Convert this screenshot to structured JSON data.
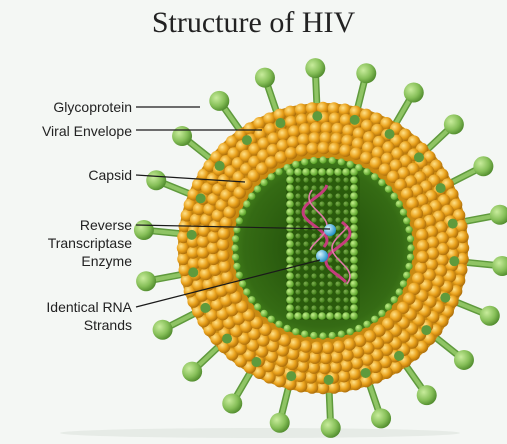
{
  "title": "Structure of  HIV",
  "labels": {
    "glycoprotein": "Glycoprotein",
    "viral_envelope": "Viral Envelope",
    "capsid": "Capsid",
    "reverse_transcriptase_line1": "Reverse",
    "reverse_transcriptase_line2": "Transcriptase",
    "reverse_transcriptase_line3": "Enzyme",
    "rna_line1": "Identical RNA",
    "rna_line2": "Strands"
  },
  "colors": {
    "envelope": "#e8a820",
    "envelope_shadow": "#b37a0c",
    "envelope_highlight": "#ffd764",
    "spike": "#8fc464",
    "spike_dark": "#5f9a3c",
    "matrix_dark": "#2f5e12",
    "matrix_light": "#4c8a22",
    "capsid": "#7dc24a",
    "rna": "#c43c7c",
    "enzyme": "#3ab0e0"
  }
}
